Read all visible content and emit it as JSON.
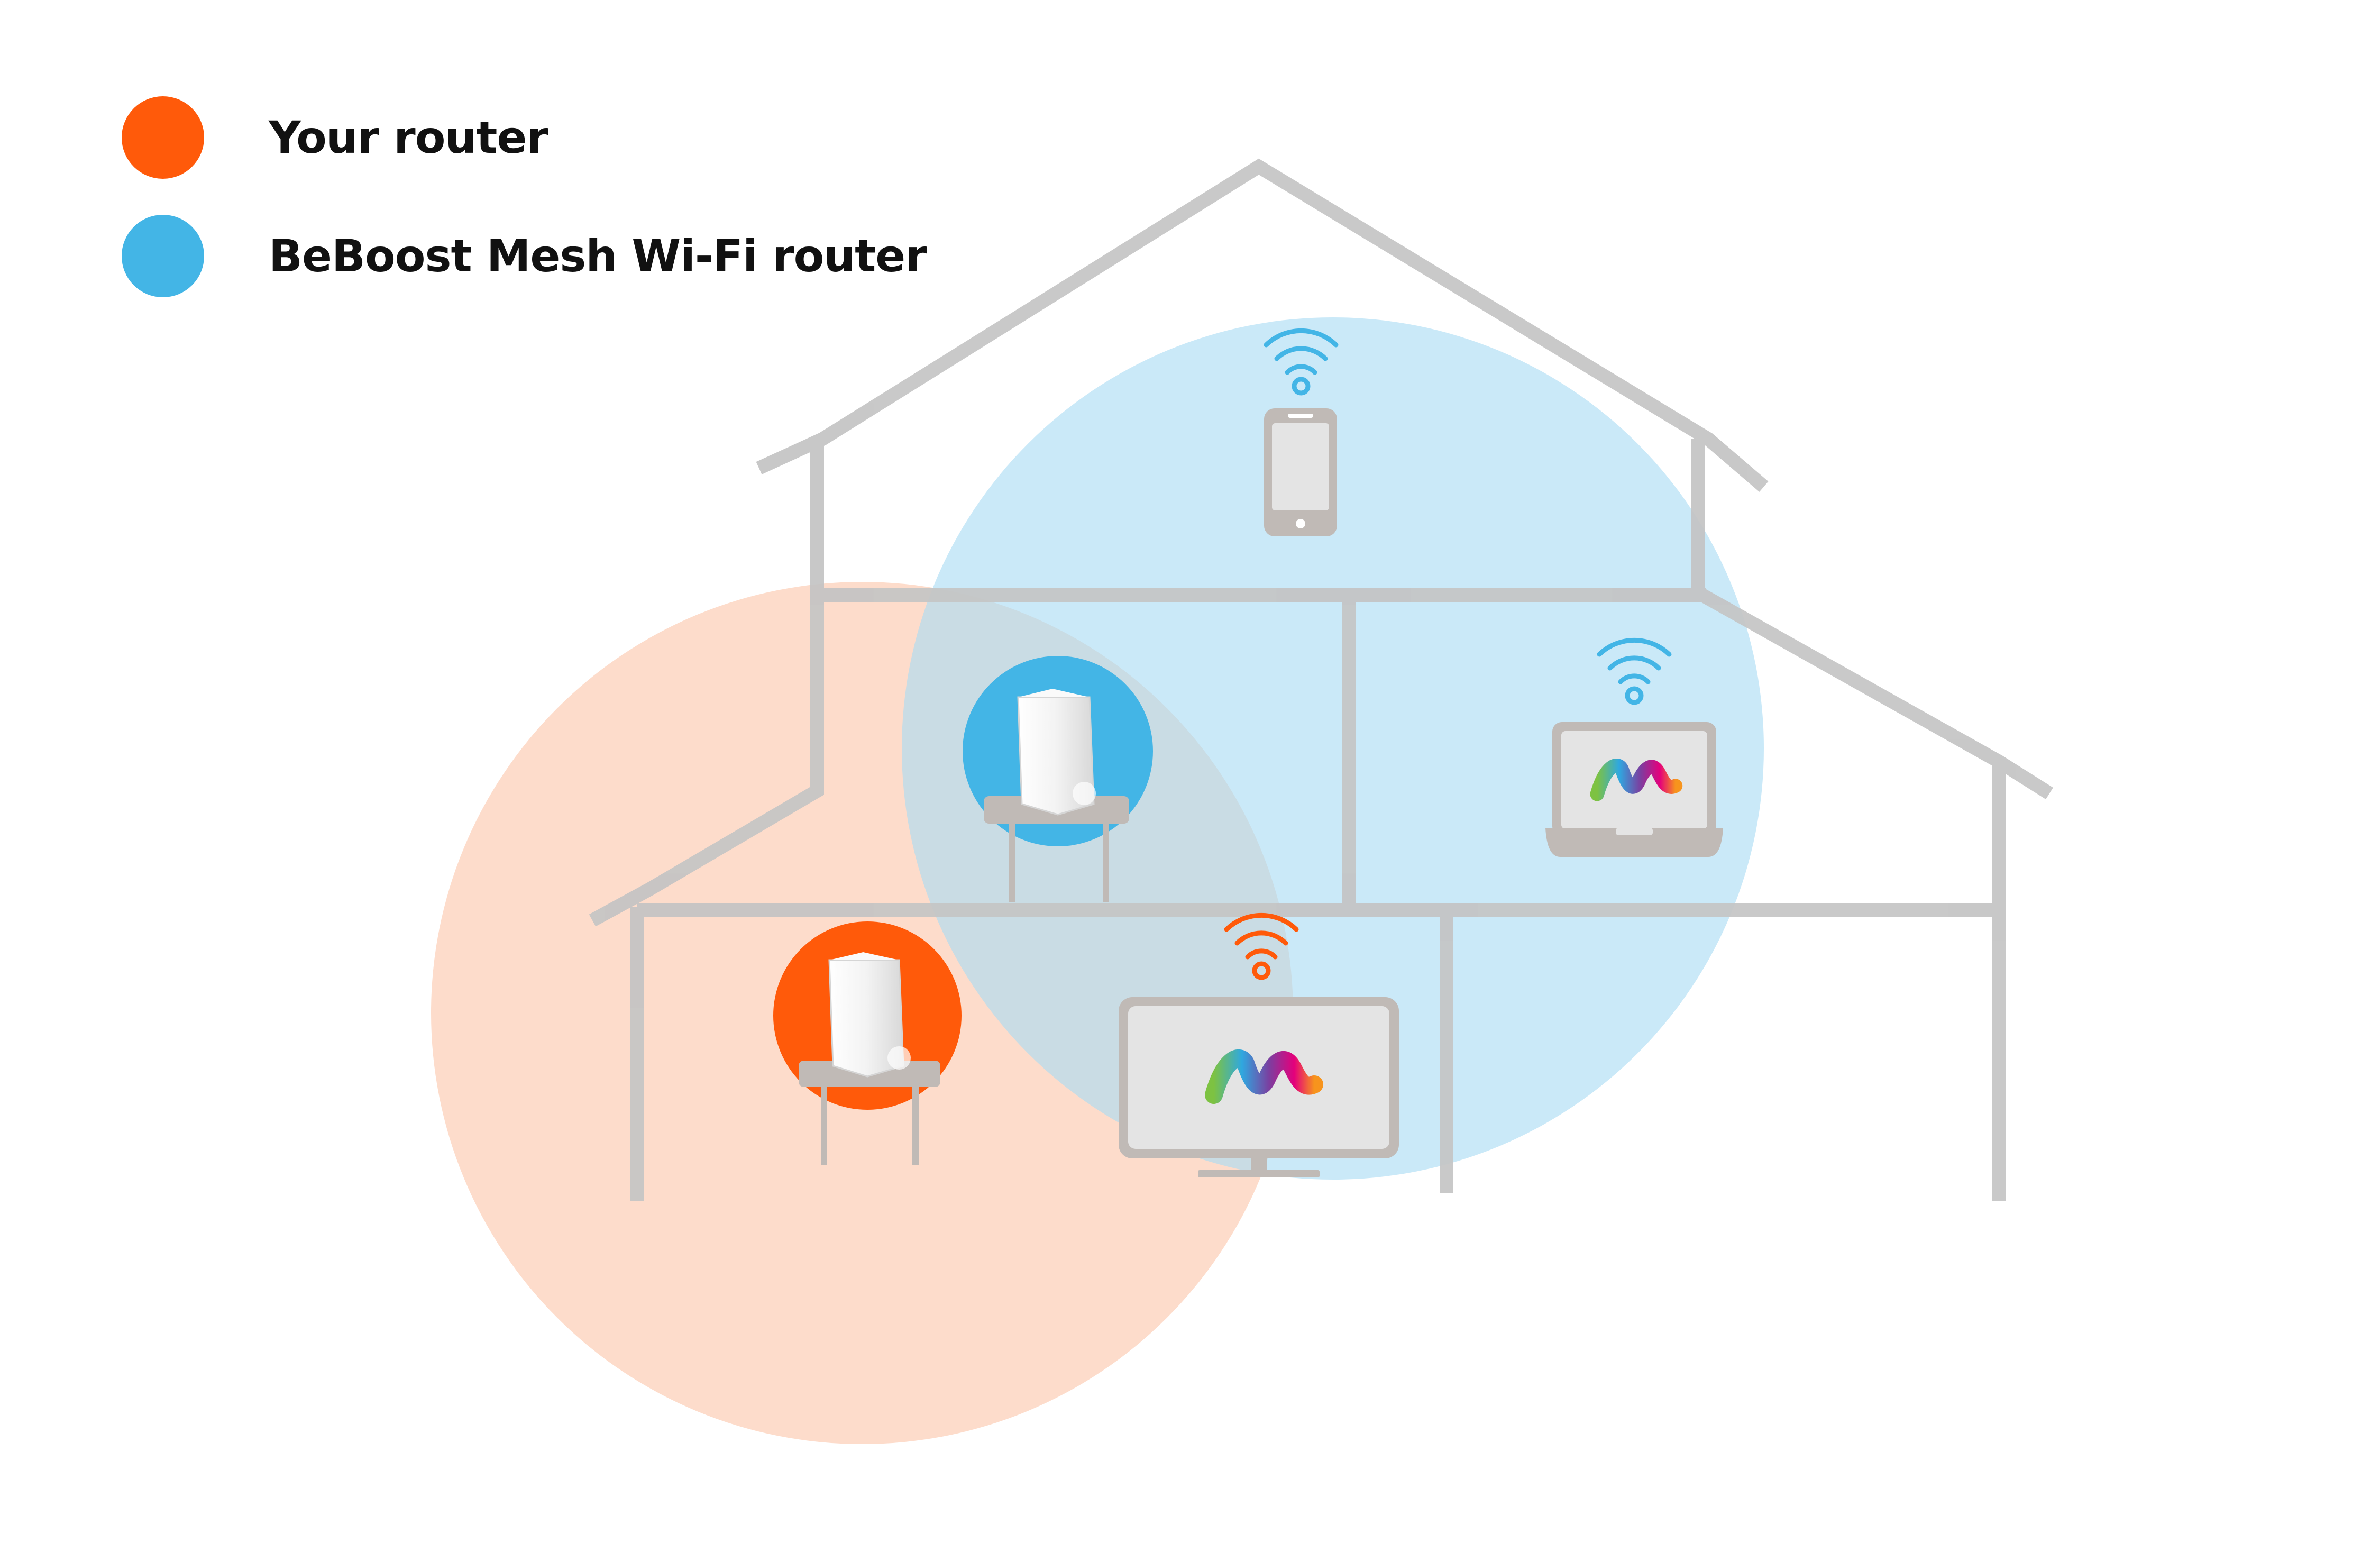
{
  "legend": {
    "items": [
      {
        "label": "Your router",
        "color": "#FF5A0A"
      },
      {
        "label": "BeBoost Mesh Wi-Fi router",
        "color": "#43B5E6"
      }
    ]
  },
  "colors": {
    "house": "#C4C4C4",
    "your_router_coverage": "#FDDCCB",
    "mesh_coverage": "#A9DBF3",
    "device_frame": "#C0BAB6",
    "device_screen": "#E4E4E4",
    "wifi_blue": "#43B5E6",
    "wifi_orange": "#FF5A0A"
  },
  "icons": {
    "house": "house-outline-icon",
    "router": "router-tower-icon",
    "phone": "smartphone-icon",
    "laptop": "laptop-icon",
    "tv": "television-icon",
    "wifi": "wifi-icon",
    "logo": "brand-wave-logo"
  }
}
